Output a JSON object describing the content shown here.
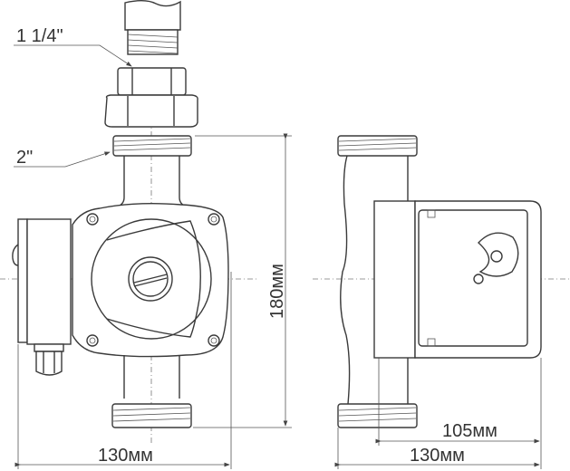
{
  "labels": {
    "inlet_thread": "1 1/4\"",
    "body_thread": "2\"",
    "height": "180мм",
    "width_front": "130мм",
    "motor_depth": "105мм",
    "width_side": "130мм"
  }
}
